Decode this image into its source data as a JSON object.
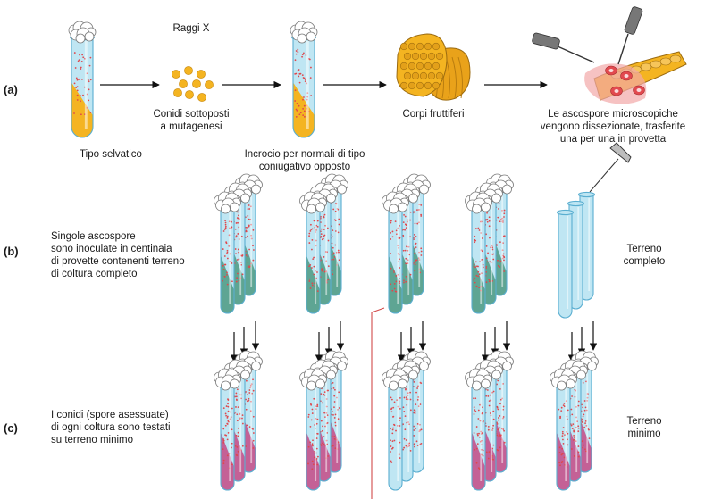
{
  "row_labels": {
    "a": "(a)",
    "b": "(b)",
    "c": "(c)"
  },
  "step_a": {
    "xray": "Raggi X",
    "wild_type": "Tipo selvatico",
    "conidia": [
      "Conidi sottoposti",
      "a mutagenesi"
    ],
    "cross": [
      "Incrocio per normali di tipo",
      "coniugativo opposto"
    ],
    "fruiting": "Corpi fruttiferi",
    "ascospores": [
      "Le ascospore microscopiche",
      "vengono dissezionate, trasferite",
      "una per una in provetta"
    ]
  },
  "step_b": {
    "description": [
      "Singole ascospore",
      "sono inoculate in centinaia",
      "di provette contenenti terreno",
      "di coltura completo"
    ],
    "medium": [
      "Terreno",
      "completo"
    ]
  },
  "step_c": {
    "description": [
      "I conidi (spore asessuate)",
      "di ogni coltura sono testati",
      "su terreno minimo"
    ],
    "medium": [
      "Terreno",
      "minimo"
    ]
  },
  "colors": {
    "wild_medium": "#f4b421",
    "complete_medium": "#5ea593",
    "minimal_medium": "#c46196",
    "tube_glass": "#bfe6f3",
    "tube_edge": "#5aaed0",
    "spores": "#e0474c",
    "highlight_line": "#d24a4a",
    "arrow": "#111111"
  },
  "icons": [
    "test-tube-icon",
    "cotton-plug-icon",
    "conidia-dots-icon",
    "fruiting-body-icon",
    "microscope-dissection-icon",
    "needle-icon",
    "pipette-icon"
  ]
}
